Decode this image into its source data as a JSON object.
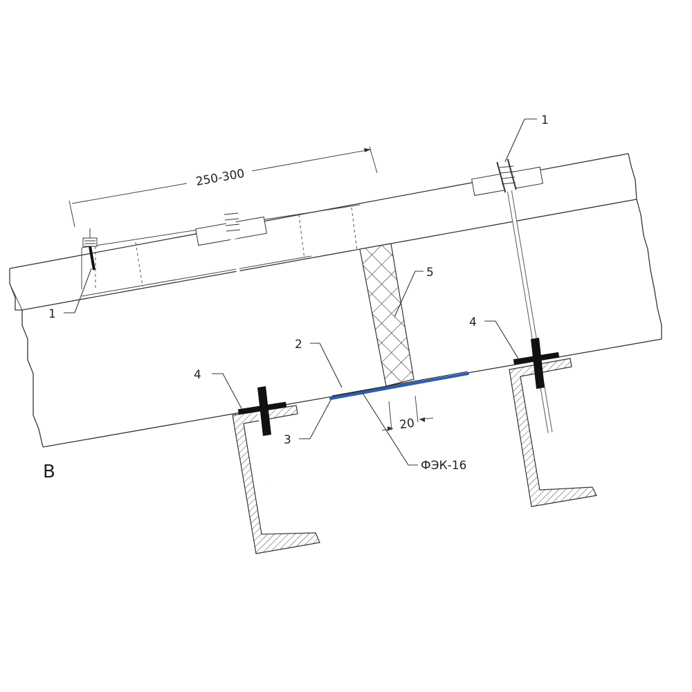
{
  "drawing": {
    "view_label": "B",
    "dimension_span": "250-300",
    "dimension_gap": "20",
    "sealant_label": "ФЭК-16",
    "callouts": {
      "screw_right": "1",
      "screw_left": "1",
      "tape": "2",
      "sealant": "3",
      "washer_left": "4",
      "washer_right": "4",
      "insulation": "5"
    },
    "colors": {
      "sealant_strip": "#2b5fb0",
      "lines": "#333333"
    }
  }
}
